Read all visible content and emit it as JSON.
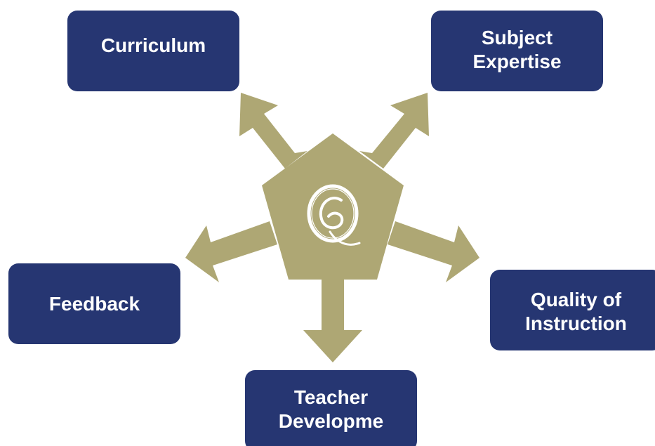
{
  "colors": {
    "box_fill": "#263672",
    "box_text": "#ffffff",
    "hub_fill": "#aea774",
    "logo_stroke": "#ffffff"
  },
  "hub": {
    "logo_icon": "q-monogram-icon"
  },
  "boxes": {
    "curriculum": {
      "line1": "Curriculum",
      "line2": ""
    },
    "subject": {
      "line1": "Subject",
      "line2": "Expertise"
    },
    "feedback": {
      "line1": "Feedback",
      "line2": ""
    },
    "quality": {
      "line1": "Quality of",
      "line2": "Instruction"
    },
    "teacher": {
      "line1": "Teacher",
      "line2": "Developme"
    }
  }
}
